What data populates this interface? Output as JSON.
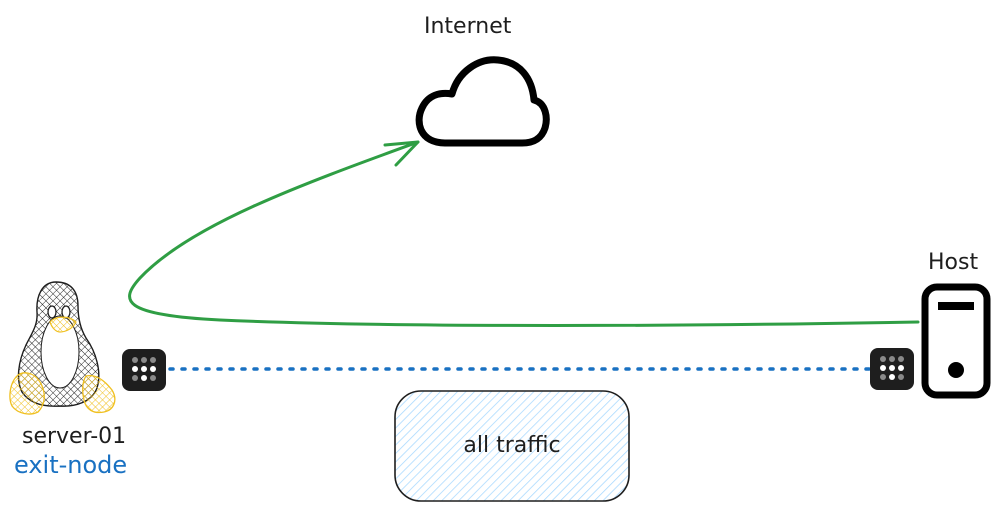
{
  "nodes": {
    "internet": {
      "label": "Internet",
      "icon": "cloud-icon"
    },
    "host": {
      "label": "Host",
      "icon": "server-tower-icon"
    },
    "server": {
      "label": "server-01",
      "role": "exit-node",
      "icon": "linux-penguin-icon"
    }
  },
  "traffic_box": {
    "label": "all traffic"
  },
  "tailscale_badges": [
    {
      "icon": "tailscale-logo-icon",
      "node": "server-01"
    },
    {
      "icon": "tailscale-logo-icon",
      "node": "Host"
    }
  ],
  "colors": {
    "route_line": "#2f9e44",
    "tunnel_line": "#1971c2",
    "penguin_accent": "#f0c020",
    "traffic_fill": "#a5d8ff",
    "badge_bg": "#1e1e1e"
  }
}
